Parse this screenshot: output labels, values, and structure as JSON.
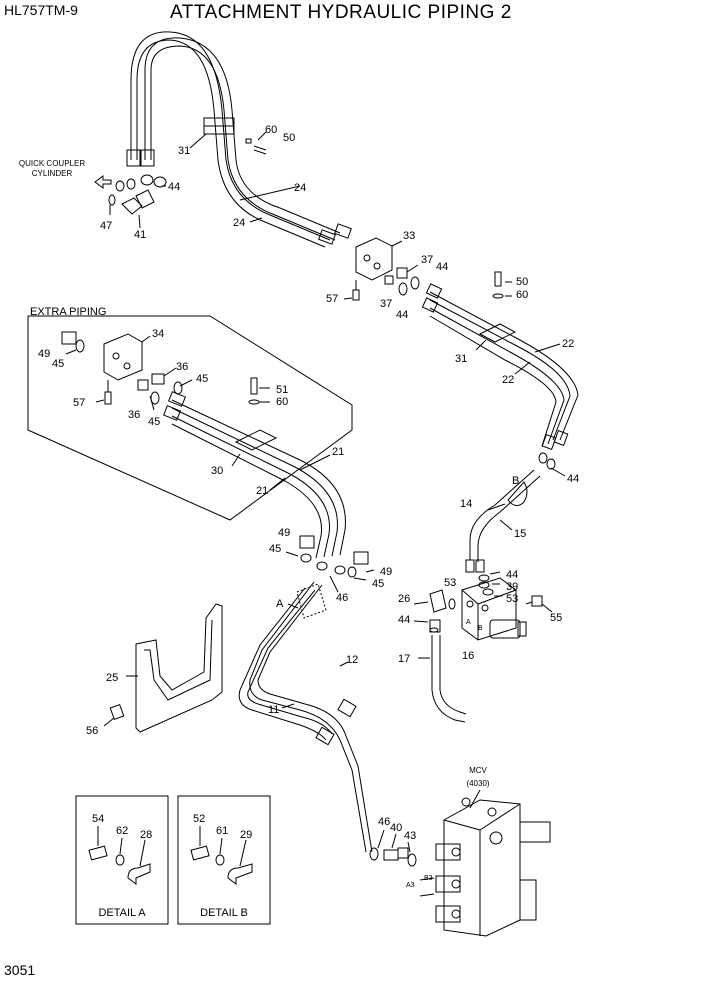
{
  "header": {
    "model": "HL757TM-9",
    "title": "ATTACHMENT HYDRAULIC PIPING 2"
  },
  "footer": {
    "page_number": "3051"
  },
  "annotations": {
    "quick_coupler": [
      "QUICK COUPLER",
      "CYLINDER"
    ],
    "extra_piping": "EXTRA PIPING",
    "mcv": [
      "MCV",
      "(4030)"
    ],
    "detail_a": "DETAIL A",
    "detail_b": "DETAIL B",
    "callout_a": "A",
    "callout_b": "B",
    "port_a": "A",
    "port_b": "B",
    "port_b3": "B3",
    "port_a3": "A3"
  },
  "labels": [
    {
      "name": "part-label-60-top",
      "text": "60"
    },
    {
      "name": "part-label-50-top",
      "text": "50"
    },
    {
      "name": "part-label-31-top",
      "text": "31"
    },
    {
      "name": "part-label-44-coupler",
      "text": "44"
    },
    {
      "name": "part-label-47",
      "text": "47"
    },
    {
      "name": "part-label-41",
      "text": "41"
    },
    {
      "name": "part-label-24-upper",
      "text": "24"
    },
    {
      "name": "part-label-24-lower",
      "text": "24"
    },
    {
      "name": "part-label-33",
      "text": "33"
    },
    {
      "name": "part-label-37-upper",
      "text": "37"
    },
    {
      "name": "part-label-44-upper",
      "text": "44"
    },
    {
      "name": "part-label-57-upper",
      "text": "57"
    },
    {
      "name": "part-label-37-lower",
      "text": "37"
    },
    {
      "name": "part-label-44-mid",
      "text": "44"
    },
    {
      "name": "part-label-50-right",
      "text": "50"
    },
    {
      "name": "part-label-60-right",
      "text": "60"
    },
    {
      "name": "part-label-31-right",
      "text": "31"
    },
    {
      "name": "part-label-22-upper",
      "text": "22"
    },
    {
      "name": "part-label-22-lower",
      "text": "22"
    },
    {
      "name": "part-label-44-right",
      "text": "44"
    },
    {
      "name": "part-label-34",
      "text": "34"
    },
    {
      "name": "part-label-49-left",
      "text": "49"
    },
    {
      "name": "part-label-45-left",
      "text": "45"
    },
    {
      "name": "part-label-36-upper",
      "text": "36"
    },
    {
      "name": "part-label-45-upper",
      "text": "45"
    },
    {
      "name": "part-label-57-left",
      "text": "57"
    },
    {
      "name": "part-label-36-lower",
      "text": "36"
    },
    {
      "name": "part-label-45-lower",
      "text": "45"
    },
    {
      "name": "part-label-51",
      "text": "51"
    },
    {
      "name": "part-label-60-mid",
      "text": "60"
    },
    {
      "name": "part-label-21-upper",
      "text": "21"
    },
    {
      "name": "part-label-30",
      "text": "30"
    },
    {
      "name": "part-label-21-lower",
      "text": "21"
    },
    {
      "name": "part-label-14",
      "text": "14"
    },
    {
      "name": "part-label-15",
      "text": "15"
    },
    {
      "name": "part-label-49-mid",
      "text": "49"
    },
    {
      "name": "part-label-45-mid",
      "text": "45"
    },
    {
      "name": "part-label-49-right",
      "text": "49"
    },
    {
      "name": "part-label-45-right",
      "text": "45"
    },
    {
      "name": "part-label-46-upper",
      "text": "46"
    },
    {
      "name": "part-label-44-valve-1",
      "text": "44"
    },
    {
      "name": "part-label-53-upper",
      "text": "53"
    },
    {
      "name": "part-label-39",
      "text": "39"
    },
    {
      "name": "part-label-26",
      "text": "26"
    },
    {
      "name": "part-label-53-lower",
      "text": "53"
    },
    {
      "name": "part-label-55",
      "text": "55"
    },
    {
      "name": "part-label-44-valve-2",
      "text": "44"
    },
    {
      "name": "part-label-16",
      "text": "16"
    },
    {
      "name": "part-label-17",
      "text": "17"
    },
    {
      "name": "part-label-12",
      "text": "12"
    },
    {
      "name": "part-label-25",
      "text": "25"
    },
    {
      "name": "part-label-11",
      "text": "11"
    },
    {
      "name": "part-label-56",
      "text": "56"
    },
    {
      "name": "part-label-54",
      "text": "54"
    },
    {
      "name": "part-label-62",
      "text": "62"
    },
    {
      "name": "part-label-28",
      "text": "28"
    },
    {
      "name": "part-label-52",
      "text": "52"
    },
    {
      "name": "part-label-61",
      "text": "61"
    },
    {
      "name": "part-label-29",
      "text": "29"
    },
    {
      "name": "part-label-46-lower",
      "text": "46"
    },
    {
      "name": "part-label-40",
      "text": "40"
    },
    {
      "name": "part-label-43",
      "text": "43"
    }
  ]
}
